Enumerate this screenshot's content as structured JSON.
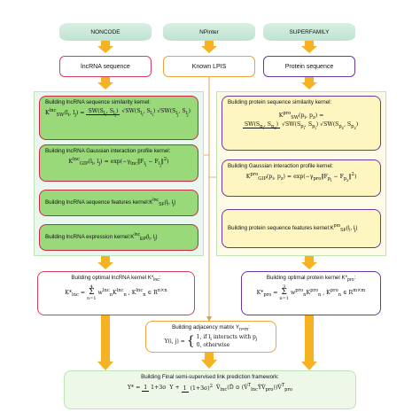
{
  "sources": {
    "noncode": "NONCODE",
    "npinter": "NPinter",
    "superfamily": "SUPERFAMILY"
  },
  "inputs": {
    "lncrna_sequence": "lncRNA sequence",
    "known_lpis": "Known LPIS",
    "protein_sequence": "Protein sequence"
  },
  "lnc_kernels": {
    "seq_sim_title": "Building lncRNA sequence similarity kernel:",
    "seq_sim_lhs": "K<sup>lnc</sup><sub>SW</sub>(l<sub>i</sub>, l<sub>j</sub>) =",
    "seq_sim_num": "SW(S<sub>l<sub>i</sub></sub>, S<sub>l<sub>j</sub></sub>)",
    "seq_sim_den": "√SW(S<sub>l<sub>i</sub></sub>, S<sub>l<sub>i</sub></sub>) √SW(S<sub>l<sub>j</sub></sub>, S<sub>l<sub>j</sub></sub>)",
    "gip_title": "Building lncRNA Gaussian interaction profile kernel:",
    "gip_eq": "K<sup>lnc</sup><sub>GIP</sub>(l<sub>i</sub>, l<sub>j</sub>) = exp(−γ<sub>lnc</sub>‖F<sub>l<sub>i</sub></sub> − F<sub>l<sub>j</sub></sub>‖<sup>2</sup>)",
    "features_title": "Building lncRNA sequence features kernel:K<sup>lnc</sup><sub>SF</sub>(l<sub>i</sub>, l<sub>j</sub>)",
    "expression_title": "Building lncRNA expression kernel:K<sup>lnc</sup><sub>EP</sub>(l<sub>i</sub>, l<sub>j</sub>)"
  },
  "pro_kernels": {
    "seq_sim_title": "Building protein sequence similarity kernel:",
    "seq_sim_lhs": "K<sup>pro</sup><sub>SW</sub>(p<sub>i</sub>, p<sub>z</sub>) =",
    "seq_sim_num": "SW(S<sub>p<sub>i</sub></sub>, S<sub>p<sub>z</sub></sub>)",
    "seq_sim_den": "√SW(S<sub>p<sub>i</sub></sub>, S<sub>p<sub>i</sub></sub>) √SW(S<sub>p<sub>z</sub></sub>, S<sub>p<sub>z</sub></sub>)",
    "gip_title": "Building Gaussian interaction profile kernel:",
    "gip_eq": "K<sup>pro</sup><sub>GIP</sub>(p<sub>i</sub>, p<sub>z</sub>) = exp(−γ<sub>pro</sub>‖F<sub>p<sub>i</sub></sub> − F<sub>p<sub>z</sub></sub>‖<sup>2</sup>)",
    "features_title": "Building protein sequence features kernel:K<sup>pro</sup><sub>SF</sub>(l<sub>i</sub>, l<sub>j</sub>)"
  },
  "optimal": {
    "lnc_title": "Building optimal lncRNA kernel  K*<sub>lnc</sub>:",
    "lnc_eq": "K*<sub>lnc</sub> = <span style='display:inline-block;text-align:center;vertical-align:middle;font-size:5px;line-height:0.9'>4<br><span style='font-size:9px'>Σ</span><br>n=1</span> w<sup>lnc</sup><sub>n</sub>K<sup>lnc</sup><sub>n</sub> ,  K<sup>lnc</sup><sub>n</sub> ∈ R<sup>n×n</sup>",
    "pro_title": "Building optimal protein kernel  K*<sub>pro</sub>:",
    "pro_eq": "K*<sub>pro</sub> = <span style='display:inline-block;text-align:center;vertical-align:middle;font-size:5px;line-height:0.9'>3<br><span style='font-size:9px'>Σ</span><br>n=1</span> w<sup>pro</sup><sub>n</sub>K<sup>pro</sup><sub>n</sub> ,  K<sup>pro</sup><sub>n</sub> ∈ R<sup>m×m</sup>"
  },
  "adjacency": {
    "title": "Building adjacency matrix  Y<sub>n×m</sub>:",
    "case1": "1,  if l<sub>i</sub> interacts with p<sub>j</sub>",
    "case0": "0,  otherwise",
    "lhs": "Y(i, j) ="
  },
  "final": {
    "title": "Building Final semi-supervised link prediction framework:",
    "eq": "Y* = <span class='frac'><span class='n'>1</span><span class='d'>1+3σ</span></span> Y + <span class='frac'><span class='n'>1</span><span class='d'>(1+3σ)<sup>2</sup></span></span> V̂<sub>lnc</sub>(D̂ ⊙ (V̂<sup>T</sup><sub>lnc</sub>ỸV̂<sub>pro</sub>))V̂<sup>T</sup><sub>pro</sub>"
  }
}
